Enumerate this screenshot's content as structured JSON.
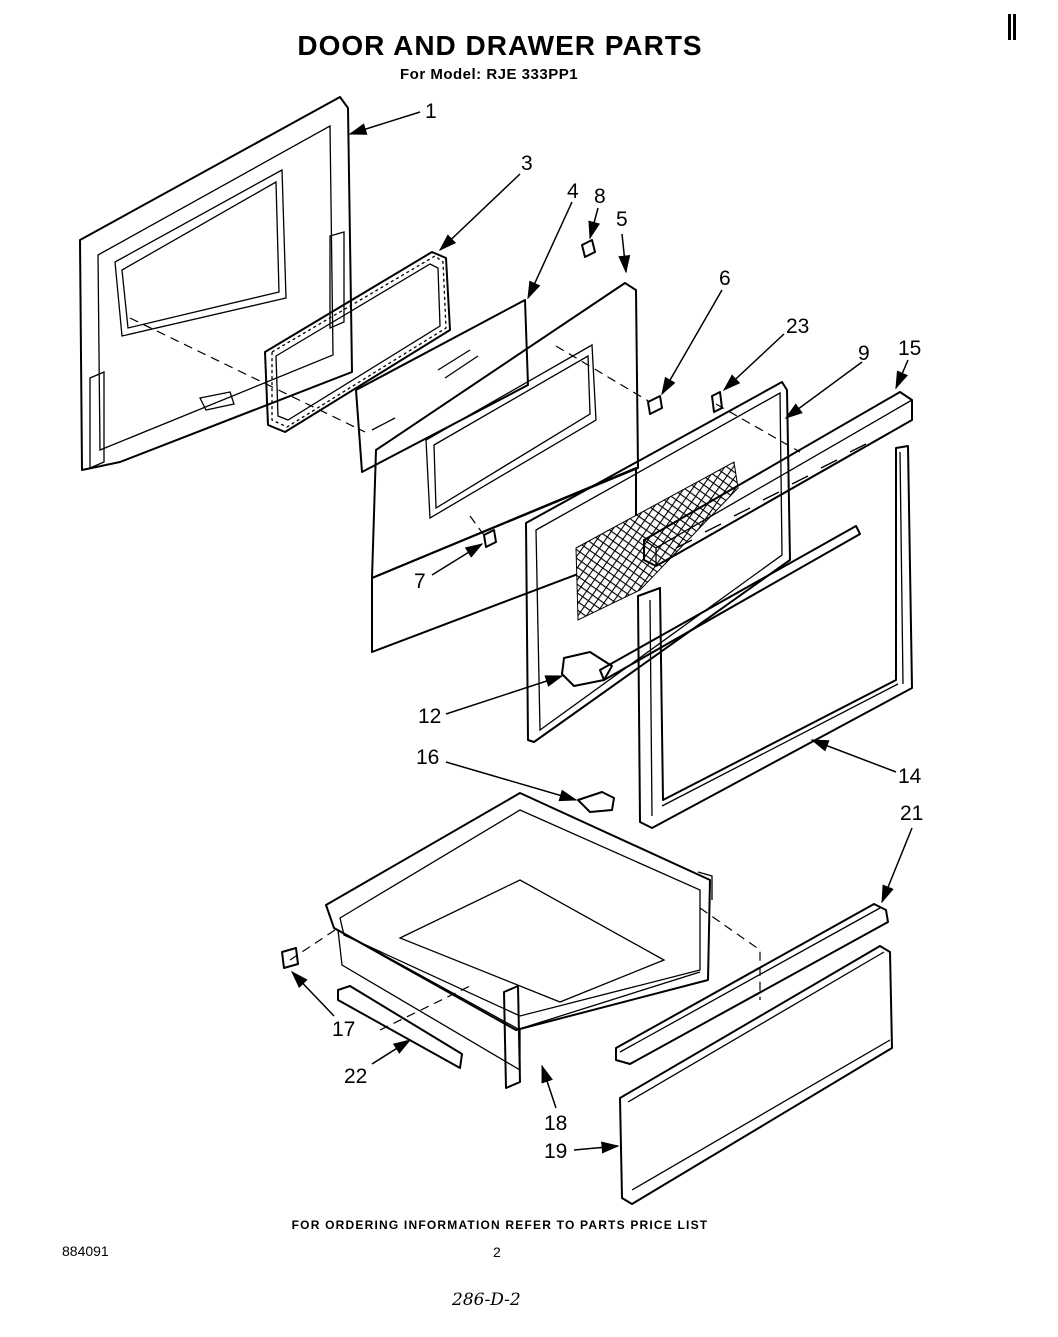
{
  "header": {
    "title": "DOOR AND DRAWER PARTS",
    "subtitle": "For Model: RJE 333PP1"
  },
  "callouts": {
    "c1": "1",
    "c3": "3",
    "c4": "4",
    "c8": "8",
    "c5": "5",
    "c6": "6",
    "c23": "23",
    "c9": "9",
    "c15": "15",
    "c7": "7",
    "c12": "12",
    "c16": "16",
    "c14": "14",
    "c21": "21",
    "c17": "17",
    "c22": "22",
    "c18": "18",
    "c19": "19"
  },
  "footer": {
    "ordering_note": "FOR ORDERING INFORMATION REFER TO PARTS PRICE LIST",
    "doc_number": "884091",
    "page_number": "2",
    "handwritten_code": "286-D-2"
  }
}
